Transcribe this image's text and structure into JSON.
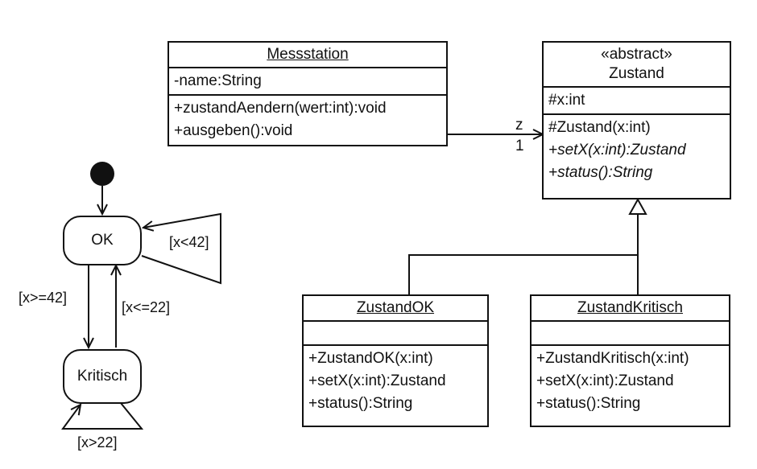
{
  "classes": {
    "messstation": {
      "name": "Messstation",
      "attributes": [
        "-name:String"
      ],
      "operations": [
        "+zustandAendern(wert:int):void",
        "+ausgeben():void"
      ]
    },
    "zustand": {
      "stereotype": "«abstract»",
      "name": "Zustand",
      "attributes": [
        "#x:int"
      ],
      "operations": [
        "#Zustand(x:int)",
        "+setX(x:int):Zustand",
        "+status():String"
      ]
    },
    "zustandOK": {
      "name": "ZustandOK",
      "operations": [
        "+ZustandOK(x:int)",
        "+setX(x:int):Zustand",
        "+status():String"
      ]
    },
    "zustandKritisch": {
      "name": "ZustandKritisch",
      "operations": [
        "+ZustandKritisch(x:int)",
        "+setX(x:int):Zustand",
        "+status():String"
      ]
    }
  },
  "association": {
    "role": "z",
    "multiplicity": "1"
  },
  "state_machine": {
    "states": {
      "ok": "OK",
      "kritisch": "Kritisch"
    },
    "guards": {
      "ok_self": "[x<42]",
      "ok_to_kritisch": "[x>=42]",
      "kritisch_to_ok": "[x<=22]",
      "kritisch_self": "[x>22]"
    }
  }
}
